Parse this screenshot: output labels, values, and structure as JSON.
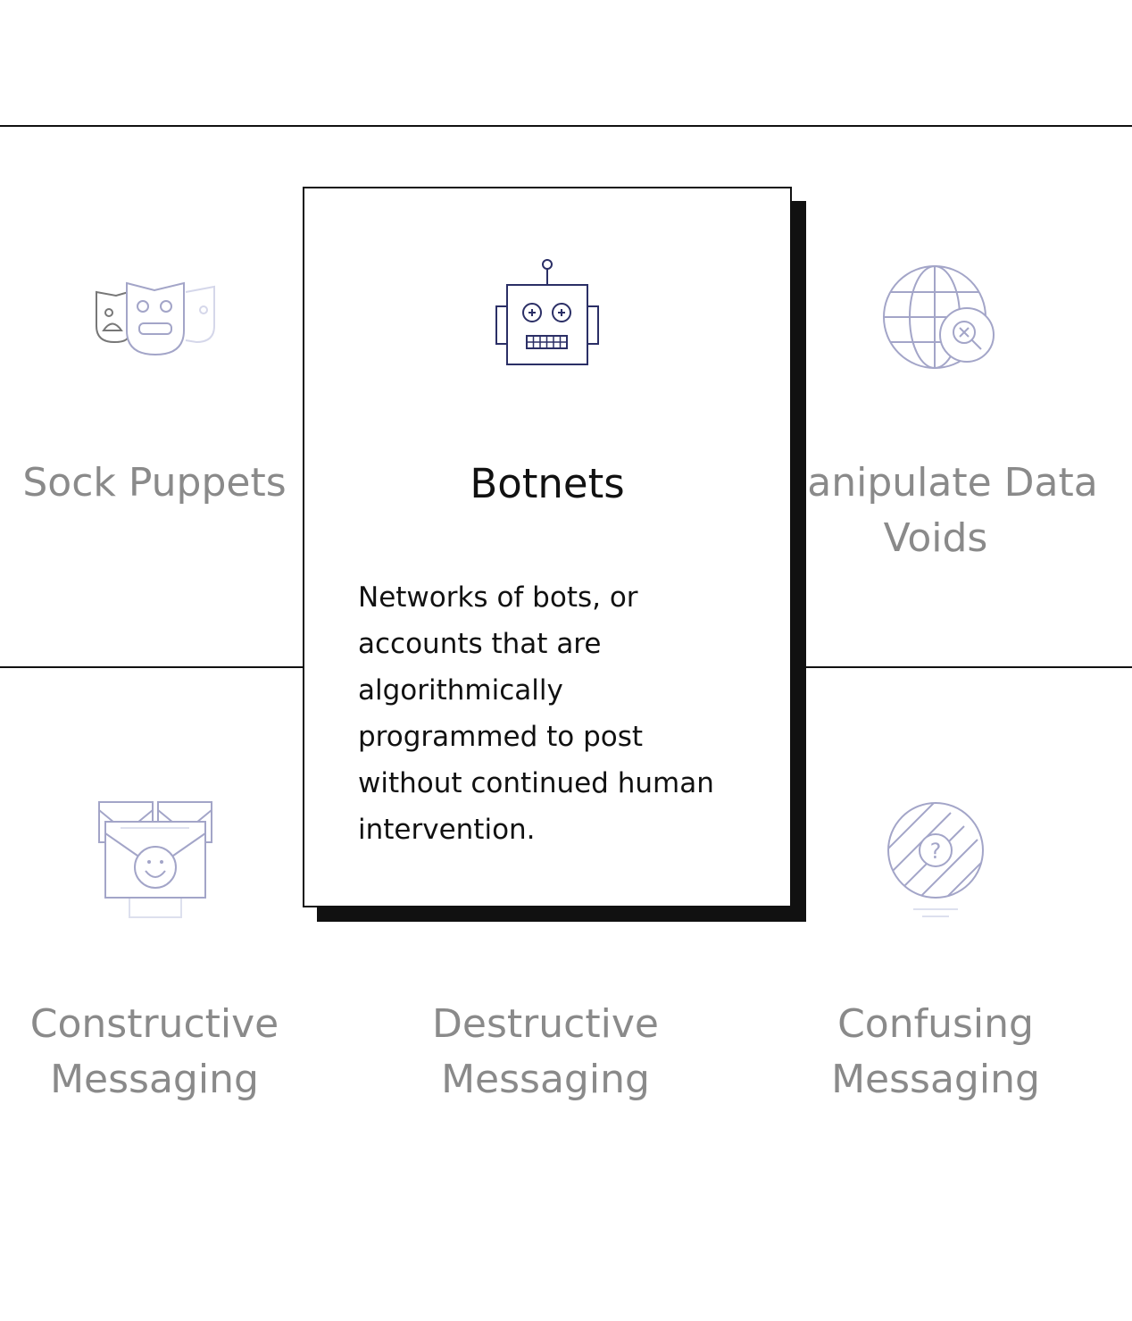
{
  "tiles": [
    {
      "label": "Sock Puppets",
      "icon": "theater-masks-icon"
    },
    {
      "label": "Manipulate Data Voids",
      "icon": "globe-search-icon"
    },
    {
      "label": "Constructive Messaging",
      "icon": "smiley-envelope-icon"
    },
    {
      "label": "Destructive Messaging"
    },
    {
      "label": "Confusing Messaging",
      "icon": "question-lightbulb-icon"
    }
  ],
  "card": {
    "title": "Botnets",
    "icon": "robot-icon",
    "body": "Networks of bots, or accounts that are algorithmically programmed to post without continued human intervention."
  },
  "colors": {
    "icon_active": "#2b2f66",
    "icon_muted": "#a3a5c8",
    "label_muted": "#8a8a8a"
  }
}
